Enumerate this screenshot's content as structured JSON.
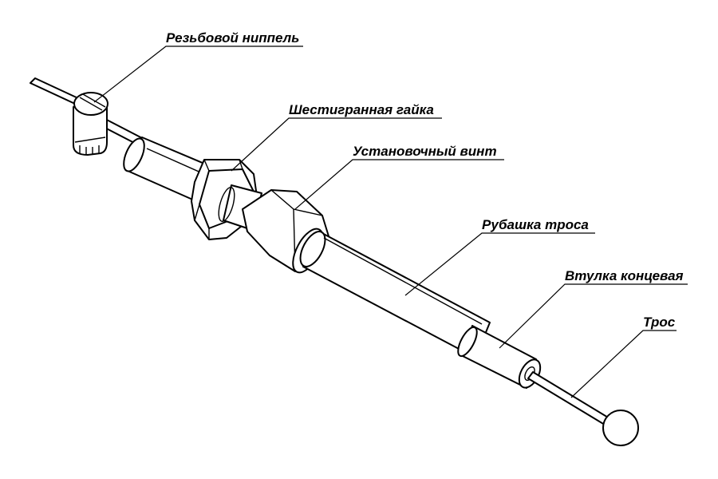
{
  "labels": {
    "nipple": "Резьбовой ниппель",
    "hex_nut": "Шестигранная гайка",
    "set_screw": "Установочный винт",
    "jacket": "Рубашка троса",
    "end_sleeve": "Втулка концевая",
    "cable": "Трос"
  }
}
